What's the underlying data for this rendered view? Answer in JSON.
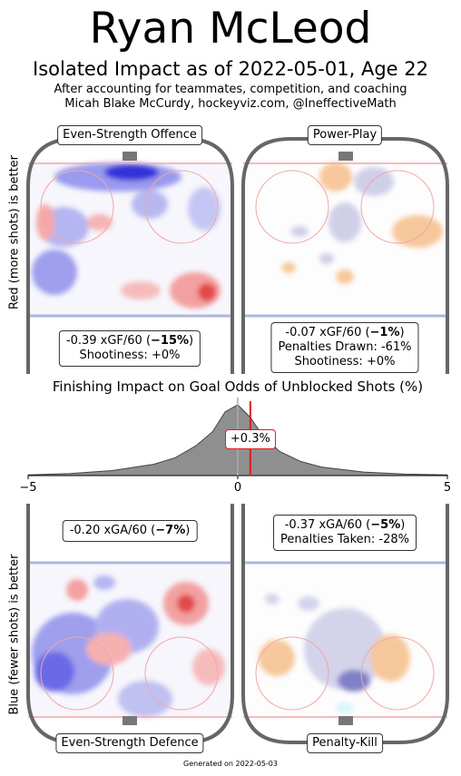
{
  "header": {
    "title": "Ryan McLeod",
    "subtitle": "Isolated Impact as of 2022-05-01, Age 22",
    "credit_line1": "After accounting for teammates, competition, and coaching",
    "credit_line2": "Micah Blake McCurdy, hockeyviz.com, @IneffectiveMath"
  },
  "side_labels": {
    "top": "Red (more shots) is better",
    "bottom": "Blue (fewer shots) is better"
  },
  "panels": {
    "ev_offence": {
      "label": "Even-Strength Offence",
      "line1_pre": "-0.39 xGF/60 (",
      "line1_bold": "−15%",
      "line1_post": ")",
      "line2": "Shootiness: +0%"
    },
    "power_play": {
      "label": "Power-Play",
      "line1_pre": "-0.07 xGF/60 (",
      "line1_bold": "−1%",
      "line1_post": ")",
      "line2": "Penalties Drawn: -61%",
      "line3": "Shootiness: +0%"
    },
    "ev_defence": {
      "label": "Even-Strength Defence",
      "line1_pre": "-0.20 xGA/60 (",
      "line1_bold": "−7%",
      "line1_post": ")"
    },
    "penalty_kill": {
      "label": "Penalty-Kill",
      "line1_pre": "-0.37 xGA/60 (",
      "line1_bold": "−5%",
      "line1_post": ")",
      "line2": "Penalties Taken: -28%"
    }
  },
  "chart_data": {
    "type": "area",
    "title": "Finishing Impact on Goal Odds of Unblocked Shots (%)",
    "x_ticks": [
      "−5",
      "0",
      "5"
    ],
    "xlim": [
      -5,
      5
    ],
    "player_value": 0.3,
    "player_value_label": "+0.3%",
    "distribution": {
      "x": [
        -5,
        -4,
        -3,
        -2,
        -1.5,
        -1,
        -0.6,
        -0.3,
        0,
        0.3,
        0.6,
        1,
        1.5,
        2,
        3,
        4,
        5
      ],
      "density": [
        0.01,
        0.03,
        0.07,
        0.16,
        0.25,
        0.42,
        0.62,
        0.9,
        1.0,
        0.82,
        0.56,
        0.34,
        0.2,
        0.12,
        0.05,
        0.02,
        0.01
      ]
    },
    "colors": {
      "fill": "#8f8f8f",
      "stroke": "#444444",
      "marker": "#e41a1c",
      "zero_line": "#aaaaaa"
    }
  },
  "rink_colors": {
    "boards": "#666666",
    "goal_line": "#f4a6a6",
    "blue_line": "#aab8e0",
    "circle": "#f4a6a6"
  },
  "footer": "Generated on 2022-05-03"
}
